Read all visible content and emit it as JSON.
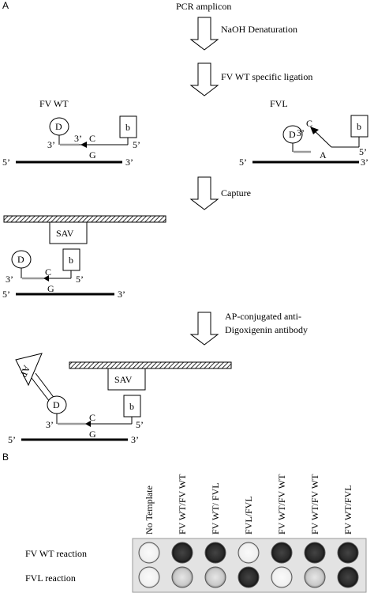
{
  "panel_a": {
    "label": "A",
    "top_label": "PCR amplicon",
    "steps": [
      "NaOH Denaturation",
      "FV WT specific ligation",
      "Capture"
    ],
    "step4_lines": [
      "AP-conjugated anti-",
      "Digoxigenin antibody"
    ],
    "fvwt": {
      "title": "FV WT",
      "prime5": "5’",
      "prime3": "3’",
      "d": "D",
      "b": "b",
      "c": "C",
      "g": "G"
    },
    "fvl": {
      "title": "FVL",
      "prime5": "5’",
      "prime3": "3’",
      "d": "D",
      "b": "b",
      "c": "C",
      "a": "A"
    },
    "sav": "SAV",
    "ap": "AP"
  },
  "panel_b": {
    "label": "B",
    "columns": [
      "No Template",
      "FV WT/FV WT",
      "FV WT/ FVL",
      "FVL/FVL",
      "FV WT/FV WT",
      "FV WT/FV WT",
      "FV WT/FVL"
    ],
    "rows": [
      {
        "label": "FV WT reaction",
        "wells": [
          "clear",
          "dark",
          "dark",
          "clear",
          "dark",
          "dark",
          "dark"
        ]
      },
      {
        "label": "FVL reaction",
        "wells": [
          "clear",
          "light",
          "light",
          "dark",
          "clear",
          "light",
          "dark"
        ]
      }
    ],
    "well_colors": {
      "dark": "#2b2b2b",
      "light": "#cfcfcf",
      "clear": "#f7f7f7"
    }
  }
}
